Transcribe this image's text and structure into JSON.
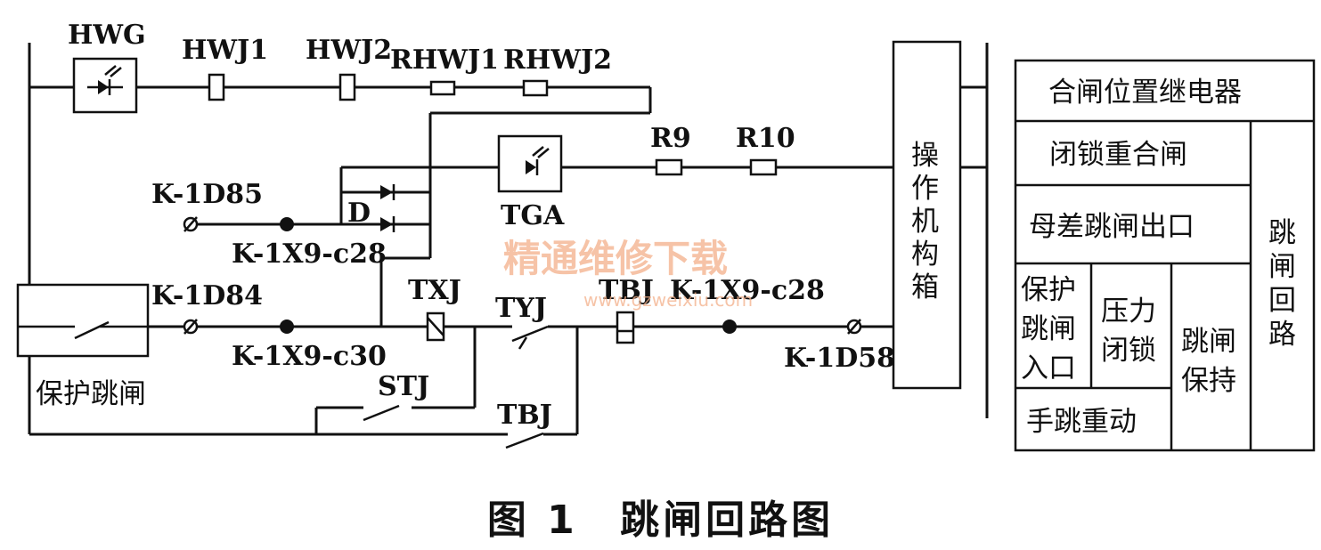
{
  "diagram": {
    "labels": {
      "hwg": "HWG",
      "hwj1": "HWJ1",
      "hwj2": "HWJ2",
      "rhwj1": "RHWJ1",
      "rhwj2": "RHWJ2",
      "r9": "R9",
      "r10": "R10",
      "tga": "TGA",
      "d": "D",
      "k1d85": "K-1D85",
      "k1x9c28": "K-1X9-c28",
      "k1d84": "K-1D84",
      "k1x9c30": "K-1X9-c30",
      "txj": "TXJ",
      "tyj": "TYJ",
      "tbj_coil": "TBJ",
      "k1x9c28b": "K-1X9-c28",
      "k1d58": "K-1D58",
      "stj": "STJ",
      "tbj_contact": "TBJ",
      "protect_trip": "保护跳闸",
      "mechanism": [
        "操",
        "作",
        "机",
        "构",
        "箱"
      ]
    },
    "blocks": {
      "closing_relay": "合闸位置继电器",
      "lockout_reclose": "闭锁重合闸",
      "busdiff_trip": "母差跳闸出口",
      "protect_entry": [
        "保护",
        "跳闸",
        "入口"
      ],
      "pressure_lock": [
        "压力",
        "闭锁"
      ],
      "trip_hold": [
        "跳闸",
        "保持"
      ],
      "manual_trip": "手跳重动",
      "trip_circuit": [
        "跳",
        "闸",
        "回",
        "路"
      ]
    },
    "watermark": {
      "main": "精通维修下载",
      "url": "www.gzweixiu.com"
    }
  },
  "caption": {
    "figure_no": "图 1",
    "title": "跳闸回路图"
  }
}
